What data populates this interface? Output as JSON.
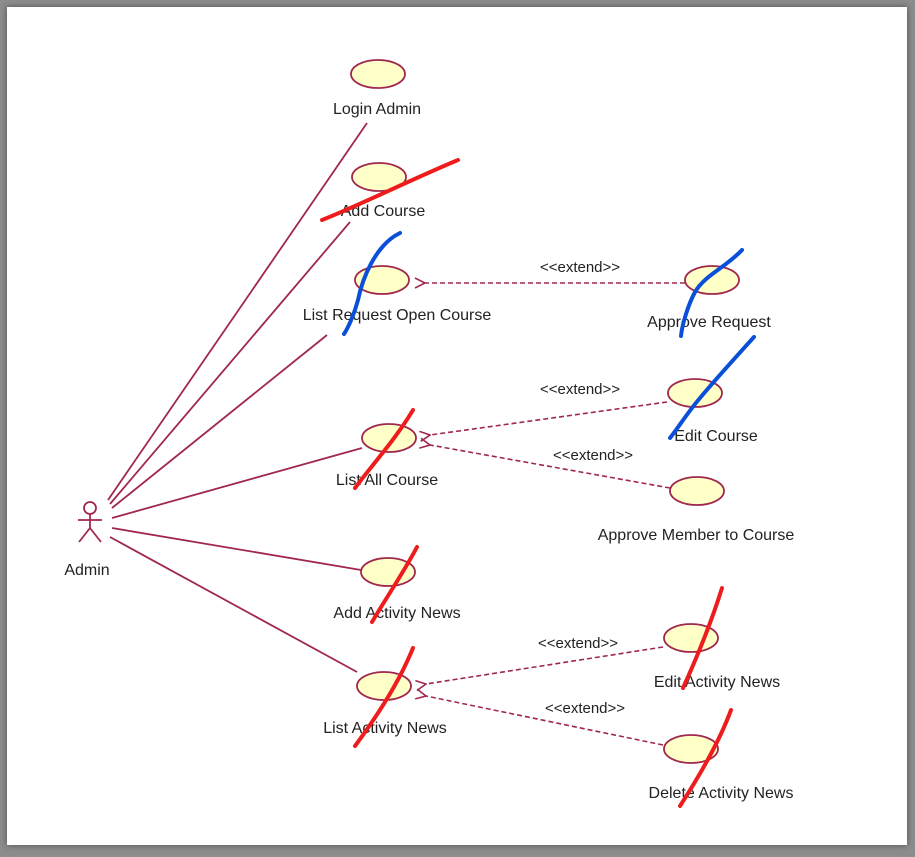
{
  "diagram": {
    "actor": {
      "label": "Admin"
    },
    "use_cases": {
      "login_admin": "Login Admin",
      "add_course": "Add Course",
      "list_request_open_course": "List Request Open Course",
      "approve_request": "Approve Request",
      "list_all_course": "List All Course",
      "edit_course": "Edit Course",
      "approve_member_to_course": "Approve Member to Course",
      "add_activity_news": "Add Activity News",
      "list_activity_news": "List Activity News",
      "edit_activity_news": "Edit Activity News",
      "delete_activity_news": "Delete Activity News"
    },
    "extend_label": "<<extend>>",
    "colors": {
      "background": "#8c8c8c",
      "canvas": "#ffffff",
      "use_case_fill": "#ffffc8",
      "use_case_stroke": "#a0284e",
      "association": "#a0284e",
      "red_marker": "#ee1c1c",
      "blue_marker": "#0a4fd8"
    }
  }
}
